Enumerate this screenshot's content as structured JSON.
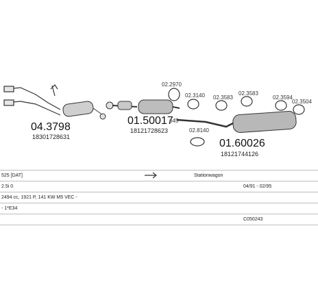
{
  "parts": {
    "p1_code": "04.3798",
    "p1_ref": "18301728631",
    "p2_code": "01.50017",
    "p2_ref": "18121728623",
    "p2_tag": "p45",
    "p3_code": "01.60026",
    "p3_ref": "18121744126",
    "c_2970": "02.2970",
    "c_3140": "02.3140",
    "c_3583a": "02.3583",
    "c_3583b": "02.3583",
    "c_3594": "02.3594",
    "c_3504": "02.3504",
    "c_8140": "02.8140"
  },
  "info": {
    "model": "525 [DAT]",
    "arrow_icon": "arrow-right-icon",
    "body": "Stationwagon",
    "engine": "2.5i 0",
    "dates": "04/91 - 02/95",
    "spec": "2494 cc, 1921 P, 141 KW M5 VEC -",
    "chassis": "- 1*E34",
    "ref_code": "C050243"
  }
}
